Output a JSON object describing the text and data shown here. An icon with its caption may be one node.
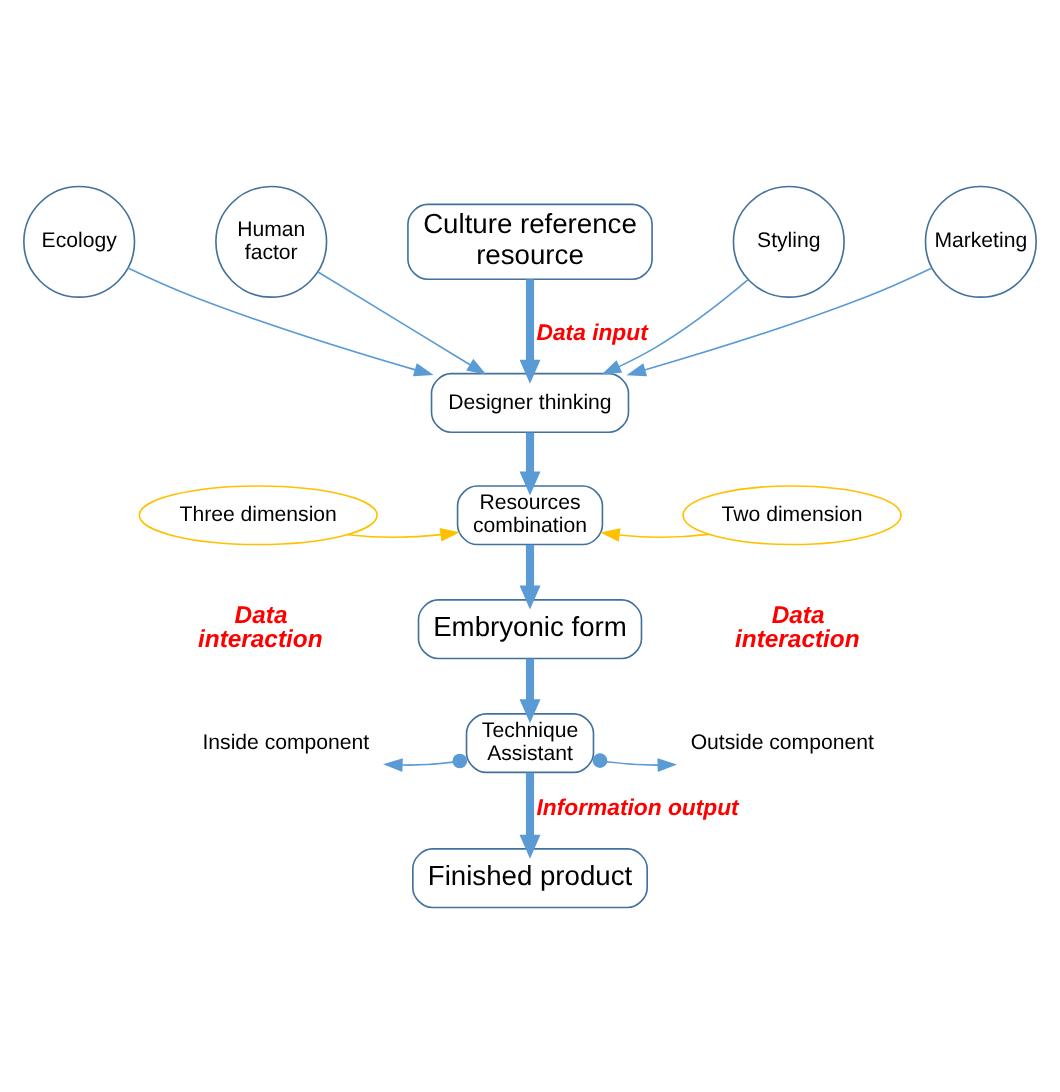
{
  "diagram": {
    "nodes": [
      {
        "text": [
          "Culture reference resource"
        ]
      },
      {
        "text": [
          "Designer thinking"
        ]
      },
      {
        "text": [
          "Ecology"
        ]
      },
      {
        "text": [
          "Human factor"
        ]
      },
      {
        "text": [
          "Styling"
        ]
      },
      {
        "text": [
          "Marketing"
        ]
      },
      {
        "text": [
          "Resources combination"
        ]
      },
      {
        "text": [
          "Three dimension"
        ]
      },
      {
        "text": [
          "Two dimension"
        ]
      },
      {
        "text": [
          "Embryonic form"
        ]
      },
      {
        "text": [
          "Technique Assistant"
        ]
      },
      {
        "text": [
          "Inside component"
        ]
      },
      {
        "text": [
          "Outside component"
        ]
      },
      {
        "text": [
          "Finished product"
        ]
      }
    ],
    "edges": [
      {
        "from": 0,
        "to": 1,
        "arrow": "to",
        "style": "thick",
        "label": "Data input"
      },
      {
        "from": 2,
        "to": 1,
        "arrow": "to"
      },
      {
        "from": 3,
        "to": 1,
        "arrow": "to"
      },
      {
        "from": 4,
        "to": 1,
        "arrow": "to"
      },
      {
        "from": 5,
        "to": 1,
        "arrow": "to"
      },
      {
        "from": 1,
        "to": 6,
        "arrow": "to",
        "style": "thick"
      },
      {
        "from": 7,
        "to": 6,
        "arrow": "to",
        "color": "#ffc000"
      },
      {
        "from": 8,
        "to": 6,
        "arrow": "to",
        "color": "#ffc000"
      },
      {
        "from": 6,
        "to": 9,
        "arrow": "to",
        "style": "thick"
      },
      {
        "from": 9,
        "to": 10,
        "arrow": "to",
        "style": "thick"
      },
      {
        "from": 10,
        "to": 11,
        "arrow": "to"
      },
      {
        "from": 10,
        "to": 12,
        "arrow": "to"
      },
      {
        "from": 10,
        "to": 13,
        "arrow": "to",
        "style": "thick",
        "label": "Information output"
      }
    ],
    "labels": [
      "Data interaction",
      "Data interaction"
    ]
  }
}
